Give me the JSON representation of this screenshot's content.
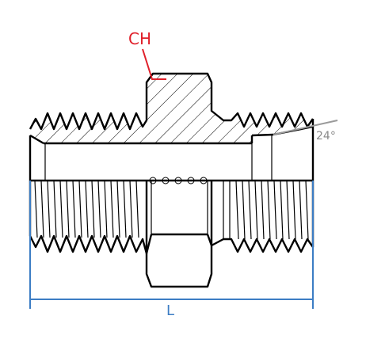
{
  "labels": {
    "hex": "CH",
    "length": "L",
    "angle": "24°"
  },
  "colors": {
    "hex_callout": "#e0202a",
    "dimension": "#3c7dc4",
    "angle_line": "#9a9a9a"
  }
}
